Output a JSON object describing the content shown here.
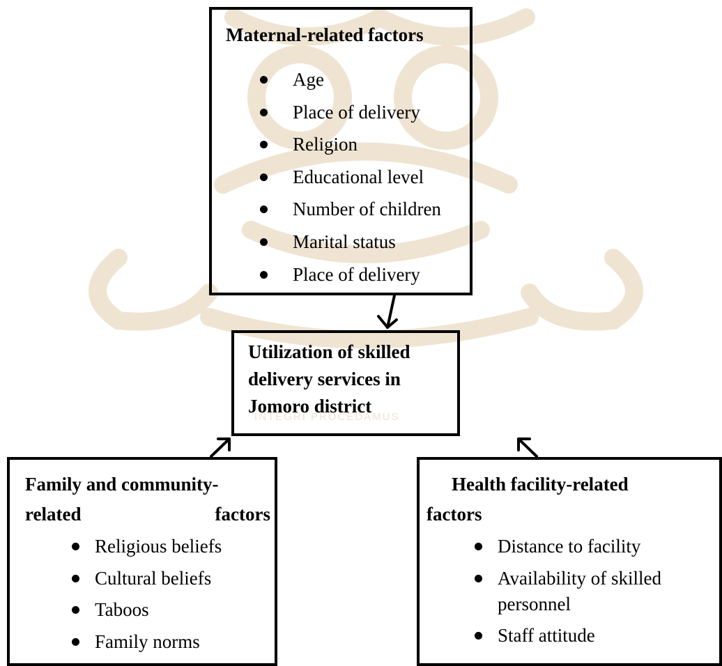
{
  "maternal": {
    "title": "Maternal-related factors",
    "items": [
      "Age",
      "Place of delivery",
      "Religion",
      "Educational level",
      "Number of children",
      "Marital status",
      "Place of delivery"
    ]
  },
  "outcome": {
    "title": "Utilization of skilled delivery services in Jomoro district"
  },
  "family": {
    "title_line1": "Family and community-",
    "title_line2a": "related",
    "title_line2b": "factors",
    "items": [
      "Religious beliefs",
      "Cultural beliefs",
      "Taboos",
      "Family norms"
    ]
  },
  "health": {
    "title_line1": "Health facility-related",
    "title_line2": "factors",
    "items": [
      "Distance to facility",
      "Availability of skilled personnel",
      "Staff attitude"
    ]
  },
  "colors": {
    "stroke": "#000000",
    "watermark": "#efe4d2"
  }
}
